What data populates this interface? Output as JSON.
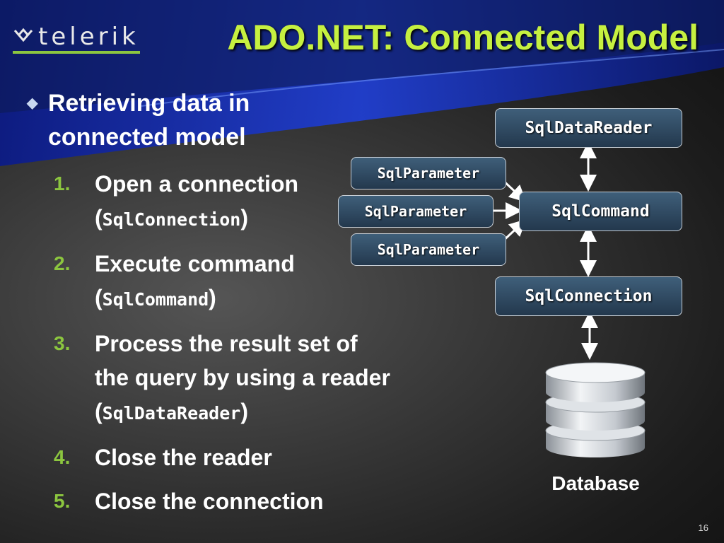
{
  "header": {
    "logo_text": "telerik",
    "title": "ADO.NET: Connected Model"
  },
  "content": {
    "main_bullet": "Retrieving data in connected model",
    "steps": [
      {
        "num": "1.",
        "text": "Open a connection",
        "code": "SqlConnection"
      },
      {
        "num": "2.",
        "text": "Execute command",
        "code": "SqlCommand"
      },
      {
        "num": "3.",
        "text": "Process the result set of the query by using a reader",
        "code": "SqlDataReader"
      },
      {
        "num": "4.",
        "text": "Close the reader",
        "code": ""
      },
      {
        "num": "5.",
        "text": "Close the connection",
        "code": ""
      }
    ]
  },
  "diagram": {
    "reader": "SqlDataReader",
    "parameters": [
      "SqlParameter",
      "SqlParameter",
      "SqlParameter"
    ],
    "command": "SqlCommand",
    "connection": "SqlConnection",
    "database": "Database"
  },
  "colors": {
    "title": "#c6f040",
    "accent_green": "#8cc63f",
    "box_fill": "#2e4a63"
  },
  "footer": {
    "page_number": "16"
  }
}
